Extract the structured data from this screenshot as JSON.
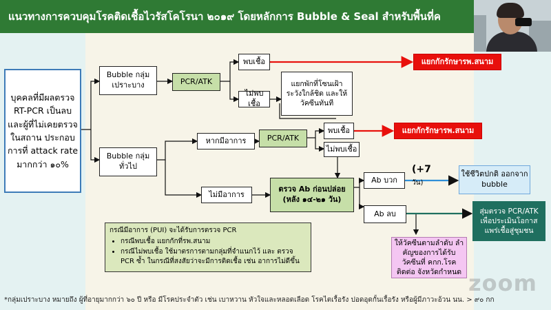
{
  "header": {
    "title": "แนวทางการควบคุมโรคติดเชื้อไวรัสโคโรนา ๒๐๑๙ โดยหลักการ Bubble & Seal สำหรับพื้นที่ค"
  },
  "left_box": {
    "text": "บุคคลที่มีผลตรวจ RT-PCR เป็นลบ และผู้ที่ไม่เคยตรวจ ในสถาน ประกอบการที่ attack rate มากกว่า ๑๐%"
  },
  "nodes": {
    "bubble_vulnerable": "Bubble กลุ่มเปราะบาง",
    "bubble_general": "Bubble กลุ่มทั่วไป",
    "pcr_atk_1": "PCR/ATK",
    "pcr_atk_2": "PCR/ATK",
    "found_1": "พบเชื้อ",
    "not_found_1": "ไม่พบเชื้อ",
    "separate_vaccinate": "แยกพักที่โซนเฝ้า ระวังใกล้ชิด และให้ วัคซีนทันที",
    "if_symptoms": "หากมีอาการ",
    "found_2": "พบเชื้อ",
    "not_found_2": "ไม่พบเชื้อ",
    "no_symptoms": "ไม่มีอาการ",
    "ab_check": "ตรวจ Ab ก่อนปล่อย (หลัง ๑๔-๒๑ วัน)",
    "ab_positive": "Ab บวก",
    "ab_negative": "Ab ลบ",
    "isolate_1": "แยกกักรักษารพ.สนาม",
    "isolate_2": "แยกกักรักษารพ.สนาม",
    "normal_life": "ใช้ชีวิตปกติ ออกจาก bubble",
    "random_test": "สุ่มตรวจ PCR/ATK เพื่อประเมินโอกาส แพร่เชื้อสู่ชุมชน",
    "priority_vaccine": "ให้วัคซีนตามลำดับ ลำคัญของการได้รับ วัคซีนที่ คกก.โรคติดต่อ จังหวัดกำหนด",
    "plus7": "(+7",
    "plus7_unit": "วัน)"
  },
  "note": {
    "title": "กรณีมีอาการ (PUI) จะได้รับการตรวจ PCR",
    "items": [
      "กรณีพบเชื้อ แยกกักที่รพ.สนาม",
      "กรณีไม่พบเชื้อ ใช้มาตรการตามกลุ่มที่จำแนกไว้ และ ตรวจ PCR ซ้ำ ในกรณีที่สงสัยว่าจะมีการติดเชื้อ เช่น อาการไม่ดีขึ้น"
    ]
  },
  "footnote": "*กลุ่มเปราะบาง หมายถึง ผู้ที่อายุมากกว่า ๖๐ ปี หรือ มีโรคประจำตัว เช่น เบาหวาน หัวใจและหลอดเลือด โรคไตเรื้อรัง ปอดอุดกั้นเรื้อรัง หรือผู้มีภาวะอ้วน นน. > ๙๐ กก",
  "watermark": "zoom",
  "colors": {
    "header": "#2f7a34",
    "red": "#e8100c",
    "green_box": "#c6dfa8",
    "teal": "#1f6f5f"
  }
}
